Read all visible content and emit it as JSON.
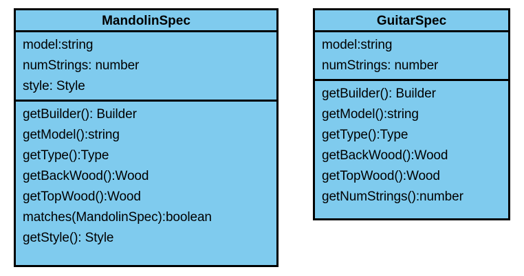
{
  "diagram": {
    "type": "uml-class-diagram",
    "background_color": "#ffffff",
    "class_fill_color": "#7fcbee",
    "border_color": "#000000",
    "text_color": "#000000",
    "classes": [
      {
        "id": "mandolinspec",
        "name": "MandolinSpec",
        "attributes": [
          "model:string",
          "numStrings: number",
          "style: Style"
        ],
        "methods": [
          "getBuilder(): Builder",
          "getModel():string",
          "getType():Type",
          "getBackWood():Wood",
          "getTopWood():Wood",
          "matches(MandolinSpec):boolean",
          "getStyle(): Style"
        ]
      },
      {
        "id": "guitarspec",
        "name": "GuitarSpec",
        "attributes": [
          "model:string",
          "numStrings: number"
        ],
        "methods": [
          "getBuilder(): Builder",
          "getModel():string",
          "getType():Type",
          "getBackWood():Wood",
          "getTopWood():Wood",
          "getNumStrings():number"
        ]
      }
    ]
  }
}
